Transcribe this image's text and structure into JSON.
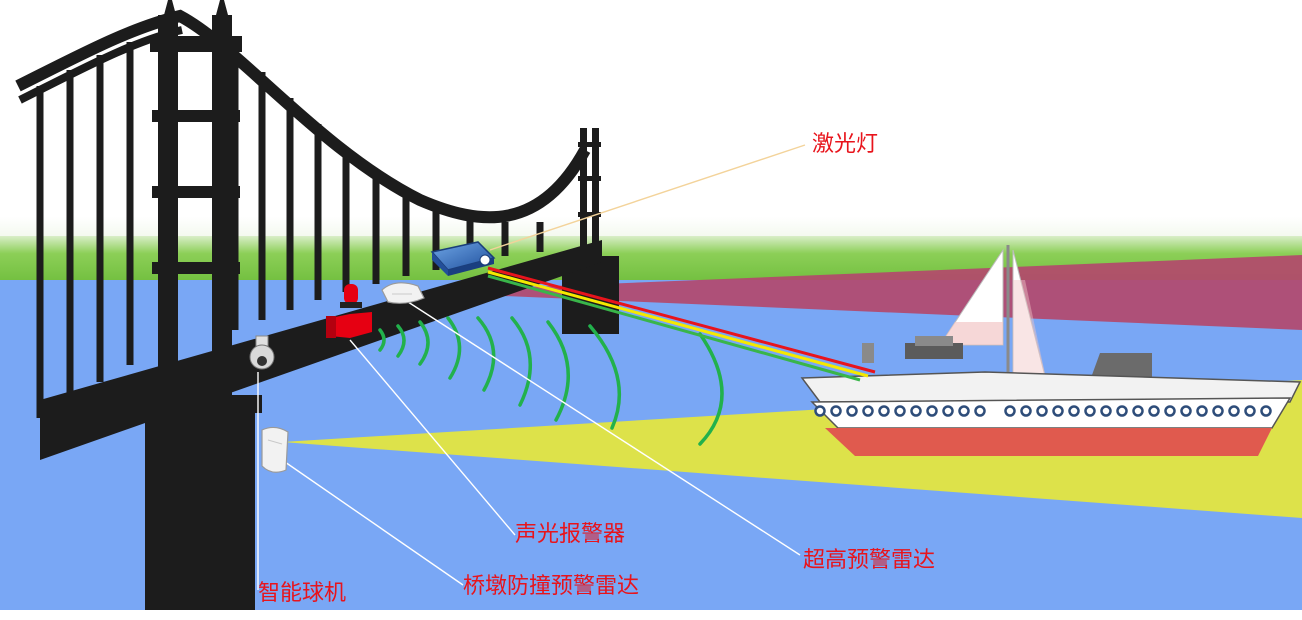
{
  "labels": {
    "laser_light": "激光灯",
    "sound_light_alarm": "声光报警器",
    "ultra_high_radar": "超高预警雷达",
    "pier_anticollision_radar": "桥墩防撞预警雷达",
    "smart_dome_camera": "智能球机"
  },
  "colors": {
    "water": "#79a7f5",
    "grass": "#8ccf57",
    "bridge": "#1c1c1c",
    "radar_beam_upper": "#b3496c",
    "radar_beam_lower": "#dde24a",
    "sound_waves": "#22b14c",
    "label_text": "#e8141c",
    "leader_line": "#ffffff",
    "laser_leader_line": "#f3d39a",
    "laser_beams": [
      "#e8141c",
      "#f5e900",
      "#39b54a"
    ]
  }
}
